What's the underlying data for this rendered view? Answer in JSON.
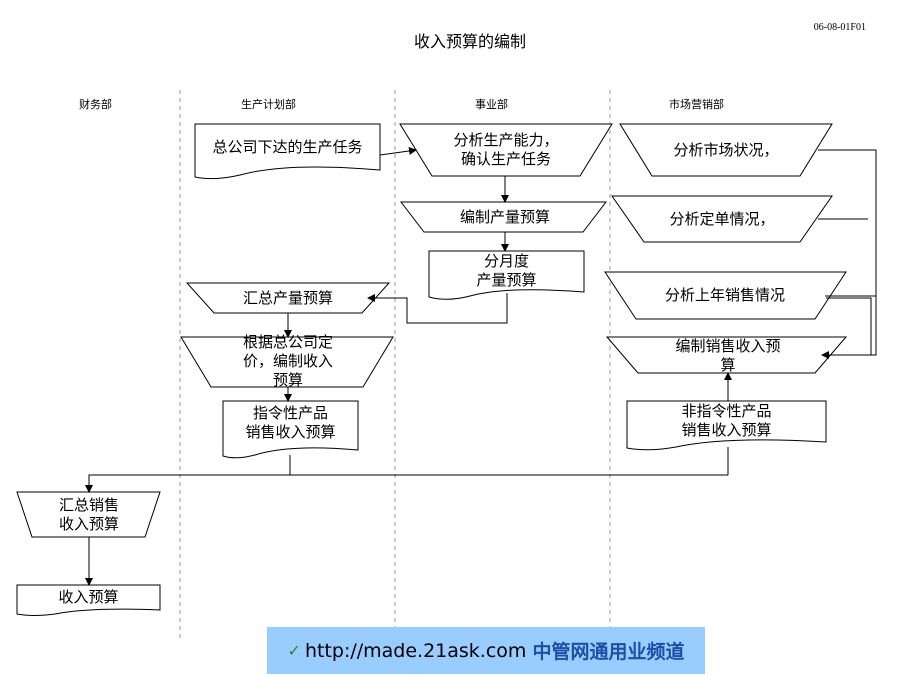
{
  "header": {
    "title": "收入预算的编制",
    "doc_code": "06-08-01F01"
  },
  "lanes": [
    "财务部",
    "生产计划部",
    "事业部",
    "市场营销部"
  ],
  "nodes": {
    "task_issue": "总公司下达的生产任务",
    "analyze_capacity": "分析生产能力，\n确认生产任务",
    "compile_production": "编制产量预算",
    "monthly_production": "分月度\n产量预算",
    "aggregate_production": "汇总产量预算",
    "pricing_budget": "根据总公司定\n价，编制收入\n预算",
    "directive_sales": "指令性产品\n销售收入预算",
    "analyze_market": "分析市场状况，",
    "analyze_orders": "分析定单情况，",
    "analyze_last_year": "分析上年销售情况",
    "compile_sales": "编制销售收入预\n算",
    "nondirective_sales": "非指令性产品\n销售收入预算",
    "aggregate_sales": "汇总销售\n收入预算",
    "revenue_budget": "收入预算"
  },
  "footer": {
    "url": "http://made.21ask.com",
    "site_name": "中管网通用业频道"
  },
  "colors": {
    "line": "#000000",
    "lane_divider": "#999999",
    "footer_bg": "#99ccff",
    "footer_site": "#1d4fa6"
  }
}
